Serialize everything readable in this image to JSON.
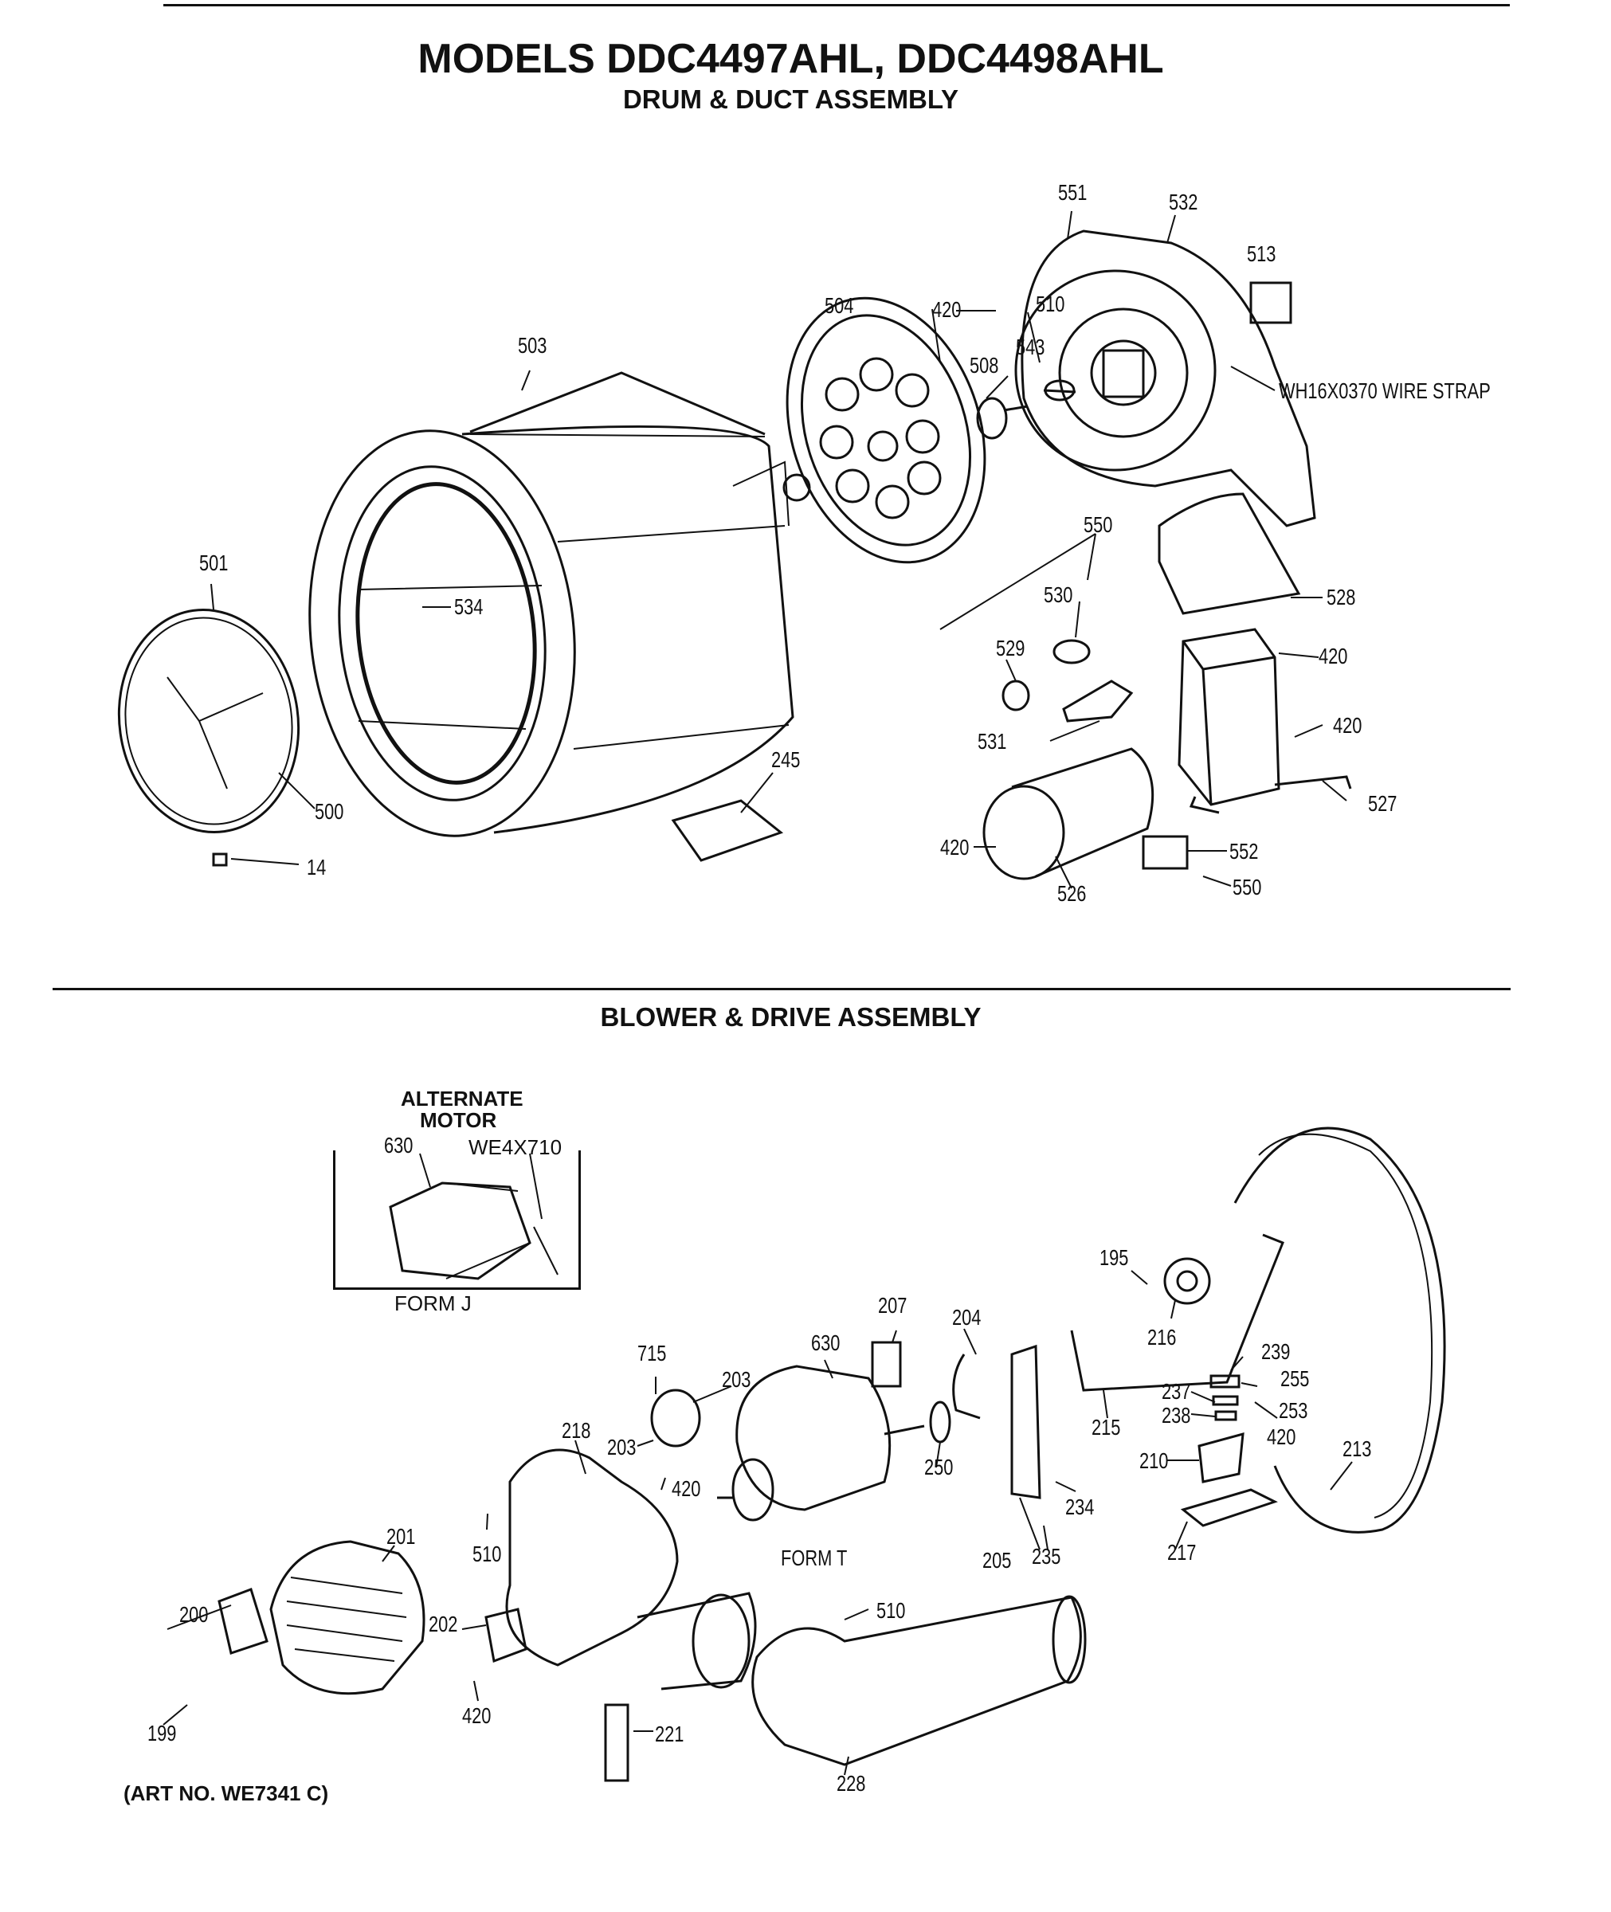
{
  "header": {
    "title": "MODELS DDC4497AHL, DDC4498AHL",
    "subtitle": "DRUM & DUCT ASSEMBLY"
  },
  "section2": {
    "title": "BLOWER & DRIVE ASSEMBLY"
  },
  "inset": {
    "heading_line1": "ALTERNATE",
    "heading_line2": "MOTOR",
    "part_motor": "630",
    "part_harness": "WE4X710",
    "form_label": "FORM J"
  },
  "drum_labels": {
    "p551": "551",
    "p532": "532",
    "p513": "513",
    "p420a": "420",
    "p510a": "510",
    "p543": "543",
    "p504": "504",
    "p508": "508",
    "p503": "503",
    "wire_strap": "WH16X0370 WIRE STRAP",
    "p550a": "550",
    "p530": "530",
    "p529": "529",
    "p501": "501",
    "p534": "534",
    "p528": "528",
    "p420b": "420",
    "p420c": "420",
    "p531": "531",
    "p245": "245",
    "p527": "527",
    "p500": "500",
    "p420d": "420",
    "p552": "552",
    "p14": "14",
    "p550b": "550",
    "p526": "526"
  },
  "blower_labels": {
    "p195": "195",
    "p216": "216",
    "p207": "207",
    "p204": "204",
    "p630": "630",
    "p715": "715",
    "p203a": "203",
    "p239": "239",
    "p255": "255",
    "p237": "237",
    "p238": "238",
    "p253": "253",
    "p218": "218",
    "p203b": "203",
    "p250": "250",
    "p215": "215",
    "p420e": "420",
    "p420f": "420",
    "p210": "210",
    "p213": "213",
    "p234": "234",
    "p201": "201",
    "p510b": "510",
    "form_t": "FORM T",
    "p205": "205",
    "p235": "235",
    "p217": "217",
    "p200": "200",
    "p510c": "510",
    "p202": "202",
    "p199": "199",
    "p420g": "420",
    "p221": "221",
    "p228": "228"
  },
  "footer": {
    "art_no": "(ART NO. WE7341 C)"
  }
}
